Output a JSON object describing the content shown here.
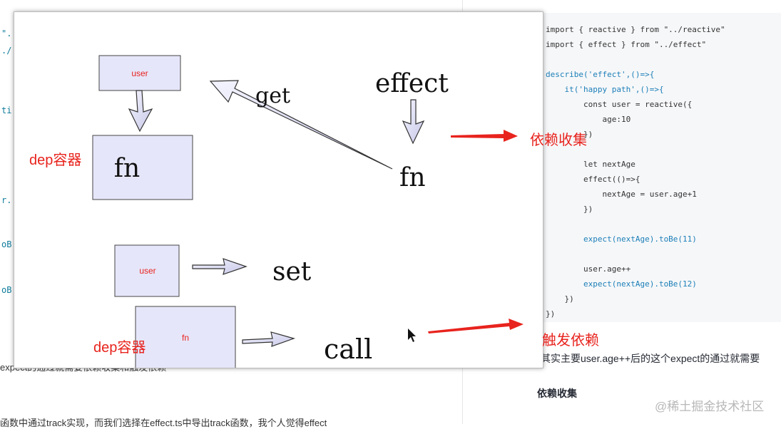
{
  "left_editor": {
    "fragments": [
      "\".",
      "./",
      "ti",
      "r.",
      "oB",
      "oB"
    ],
    "text_1": "expect的通过就需要依赖收集和触发依赖",
    "text_2": "函数中通过track实现，而我们选择在effect.ts中导出track函数，我个人觉得effect"
  },
  "code": {
    "lines": [
      "import { reactive } from \"../reactive\"",
      "import { effect } from \"../effect\"",
      "",
      "describe('effect',()=>{",
      "    it('happy path',()=>{",
      "        const user = reactive({",
      "            age:10",
      "        })",
      "",
      "        let nextAge",
      "        effect(()=>{",
      "            nextAge = user.age+1",
      "        })",
      "",
      "        expect(nextAge).toBe(11)",
      "",
      "        user.age++",
      "        expect(nextAge).toBe(12)",
      "    })",
      "})"
    ]
  },
  "article": {
    "below_text": "其实主要user.age++后的这个expect的通过就需要",
    "heading": "依赖收集",
    "watermark": "@稀土掘金技术社区"
  },
  "diagram": {
    "top_user_box": "user",
    "fn_box": "fn",
    "get_label": "get",
    "effect_label": "effect",
    "fn_right": "fn",
    "dep_label_1": "dep容器",
    "bottom_user_box": "user",
    "set_label": "set",
    "fn_small_box": "fn",
    "call_label": "call",
    "dep_label_2": "dep容器"
  },
  "annotations": {
    "collect": "依赖收集",
    "trigger": "触发依赖"
  },
  "colors": {
    "accent_red": "#e8231d",
    "box_fill": "#e6e6fa",
    "keyword_blue": "#1c7fb8"
  }
}
